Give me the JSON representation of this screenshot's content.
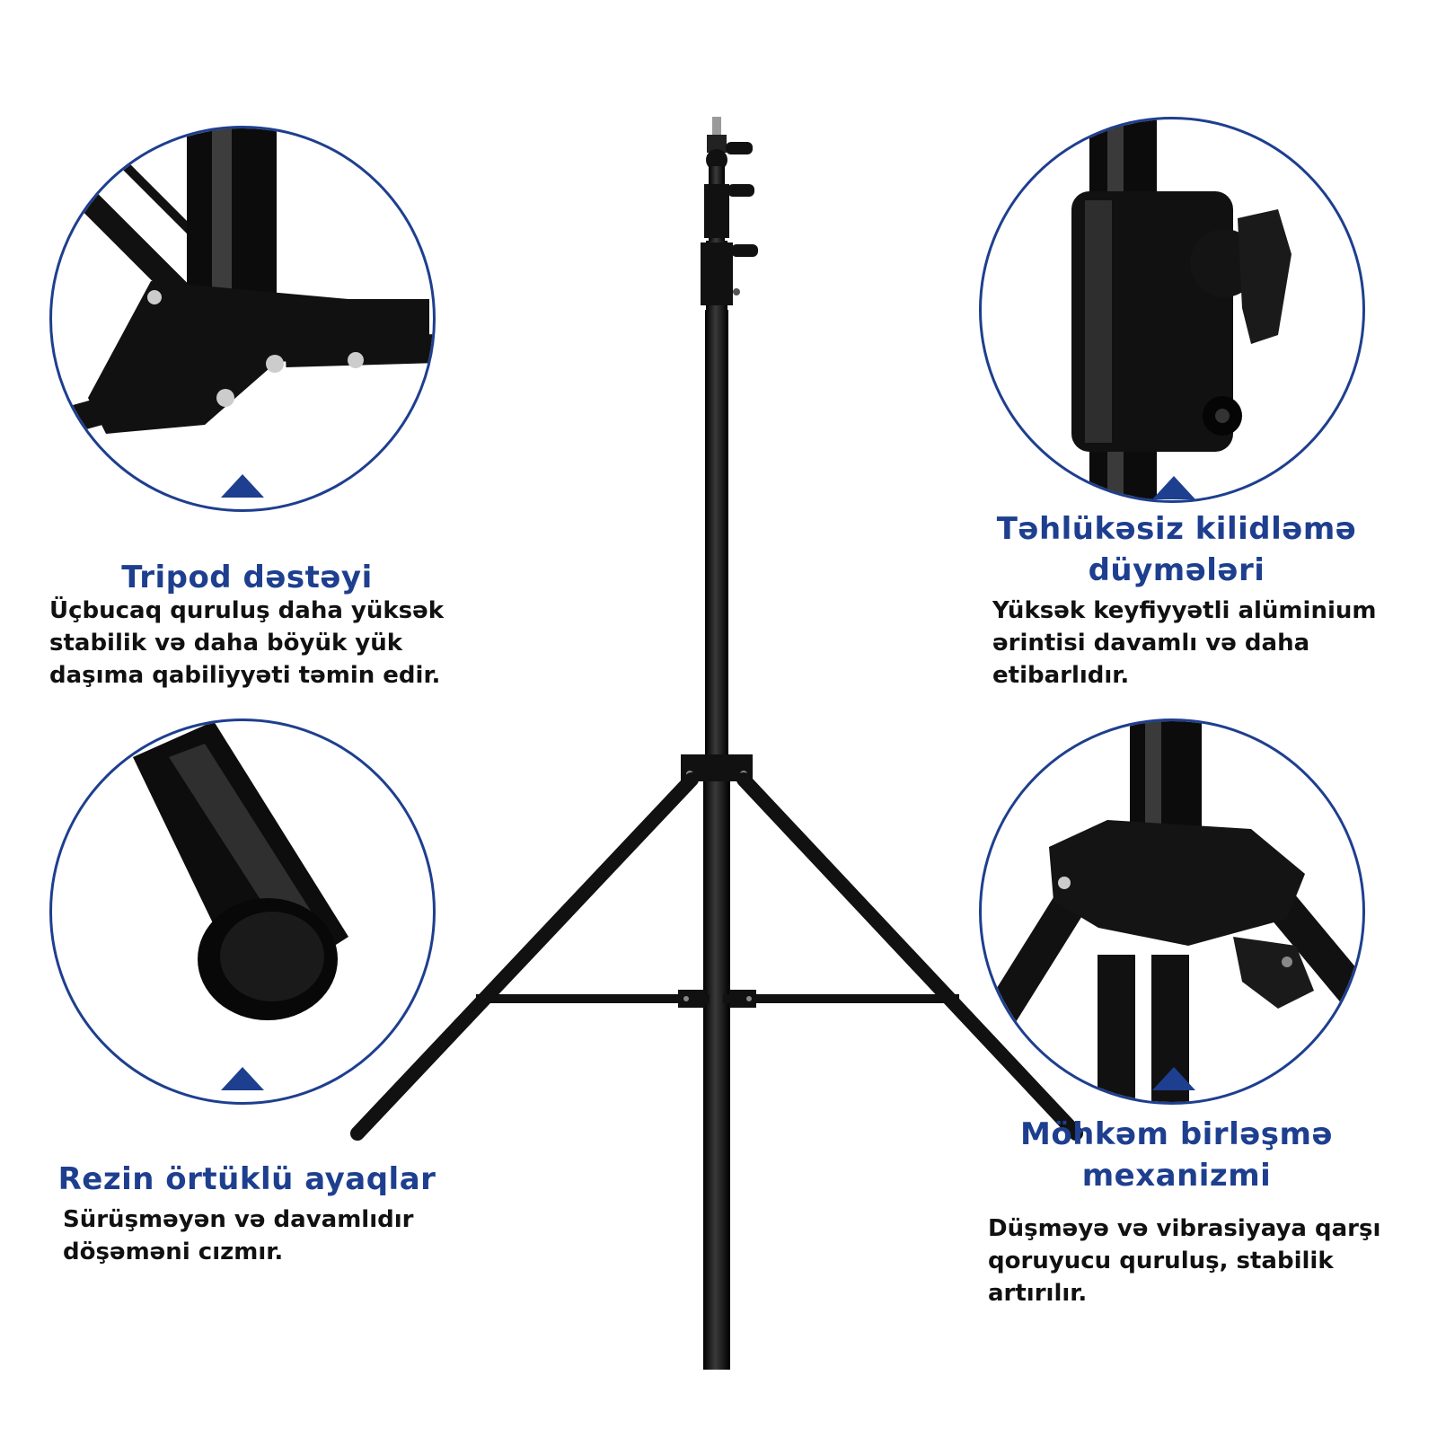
{
  "colors": {
    "accent": "#1e3f8f",
    "metal": "#0c0c0c",
    "text": "#111111"
  },
  "features": {
    "top_left": {
      "title": "Tripod dəstəyi",
      "description_lines": [
        "Üçbucaq quruluş daha yüksək",
        "stabilik və daha böyük yük",
        "daşıma qabiliyyəti təmin edir."
      ]
    },
    "top_right": {
      "title_lines": [
        "Təhlükəsiz kilidləmə",
        "düymələri"
      ],
      "description_lines": [
        "Yüksək keyfiyyətli alüminium",
        "ərintisi davamlı və daha",
        "etibarlıdır."
      ]
    },
    "bottom_left": {
      "title": "Rezin örtüklü ayaqlar",
      "description_lines": [
        "Sürüşməyən və davamlıdır",
        "döşəməni cızmır."
      ]
    },
    "bottom_right": {
      "title_lines": [
        "Möhkəm birləşmə",
        "mexanizmi"
      ],
      "description_lines": [
        "Düşməyə və vibrasiyaya qarşı",
        "qoruyucu quruluş, stabilik",
        "artırılır."
      ]
    }
  },
  "icons": [
    "tripod-stand-image",
    "tripod-bracket-closeup",
    "locking-knob-closeup",
    "rubber-foot-closeup",
    "joint-mechanism-closeup"
  ]
}
